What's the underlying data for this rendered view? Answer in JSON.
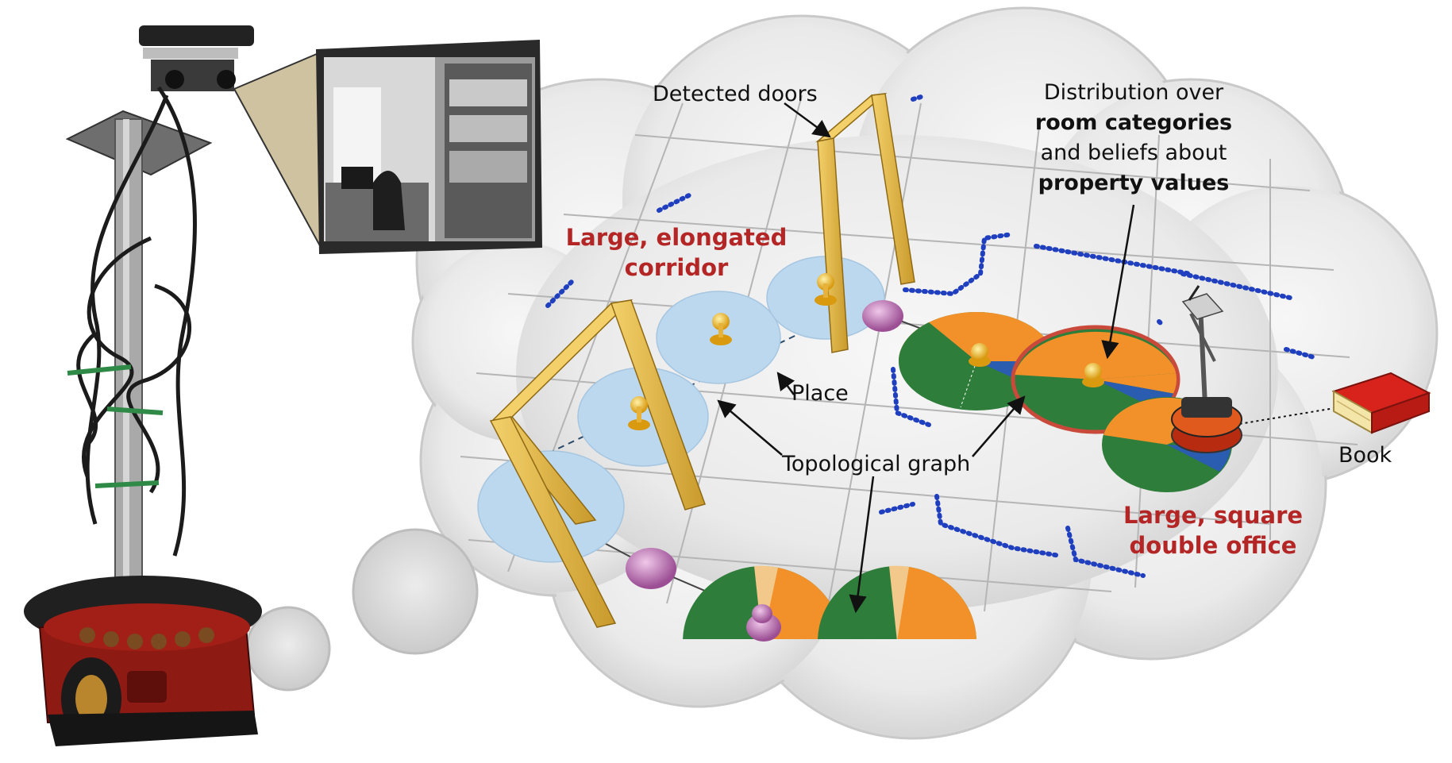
{
  "labels": {
    "detected_doors": "Detected doors",
    "distribution_line1": "Distribution over",
    "distribution_line2": "room categories",
    "distribution_line3": "and beliefs about",
    "distribution_line4": "property values",
    "corridor_line1": "Large, elongated",
    "corridor_line2": "corridor",
    "place": "Place",
    "topological_graph": "Topological graph",
    "book": "Book",
    "office_line1": "Large, square",
    "office_line2": "double office"
  },
  "colors": {
    "room_label": "#b42626",
    "pie_green": "#2e7d3a",
    "pie_orange": "#f2912a",
    "pie_blue": "#2a5db0",
    "pie_peach": "#f2c98a",
    "door": "#e2b84a",
    "place_node": "#bcd8ef",
    "laser_points": "#1f3fbf",
    "room_node": "#c884c0",
    "book_cover": "#d8231c"
  },
  "icons": [
    "robot-photo",
    "camera-view",
    "door-icon",
    "pin-icon",
    "book-icon",
    "robot-icon"
  ]
}
